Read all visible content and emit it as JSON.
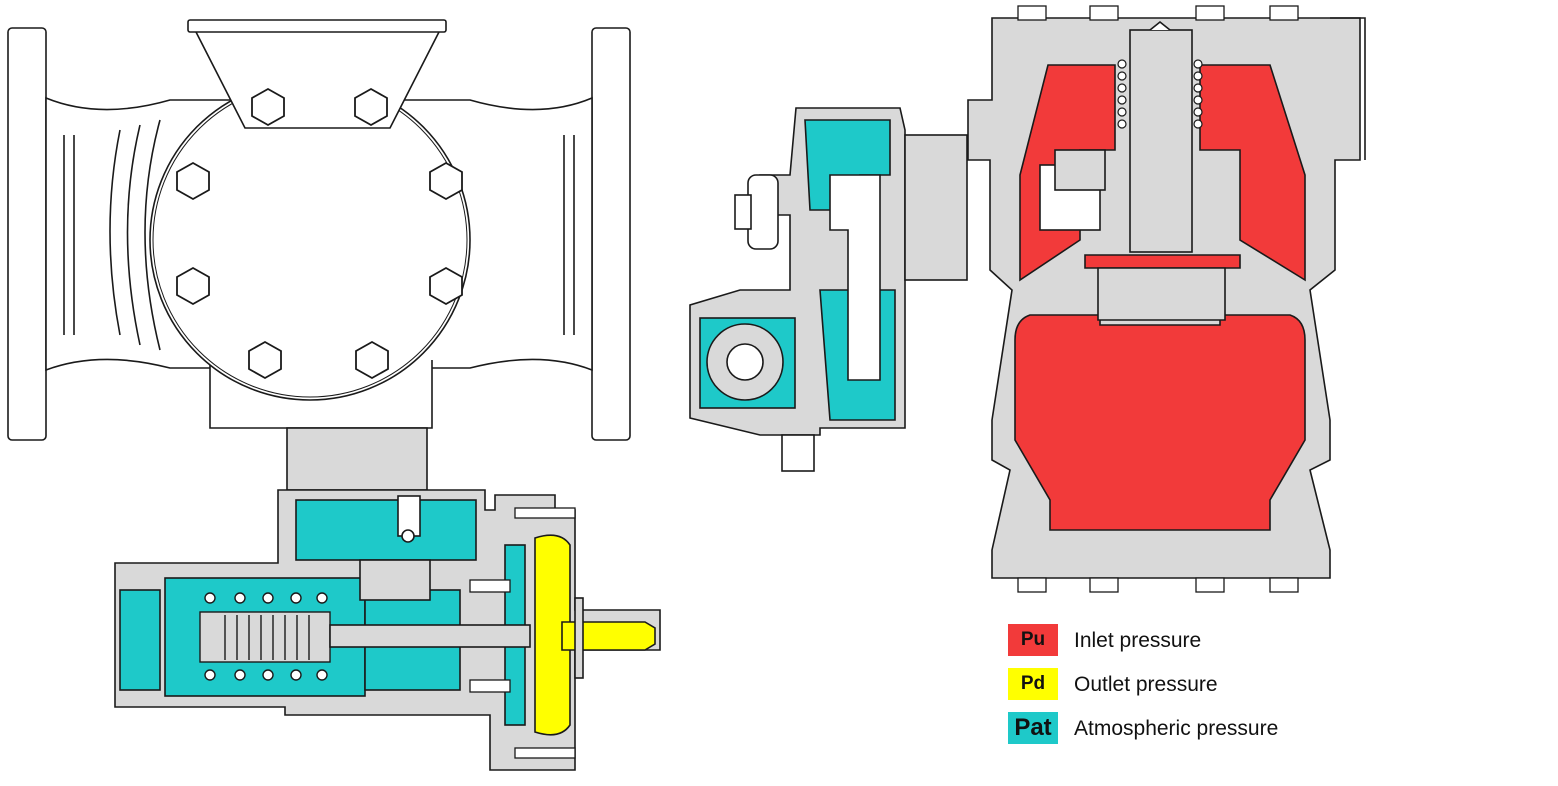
{
  "legend": [
    {
      "code": "Pu",
      "label": "Inlet pressure",
      "color": "#f23a3a"
    },
    {
      "code": "Pd",
      "label": "Outlet pressure",
      "color": "#ffff00"
    },
    {
      "code": "Pat",
      "label": "Atmospheric pressure",
      "color": "#1ec9c9"
    }
  ],
  "colors": {
    "body_gray": "#d9d9d9",
    "outline": "#1a1a1a",
    "inlet": "#f23a3a",
    "outlet": "#ffff00",
    "atmospheric": "#1ec9c9"
  }
}
